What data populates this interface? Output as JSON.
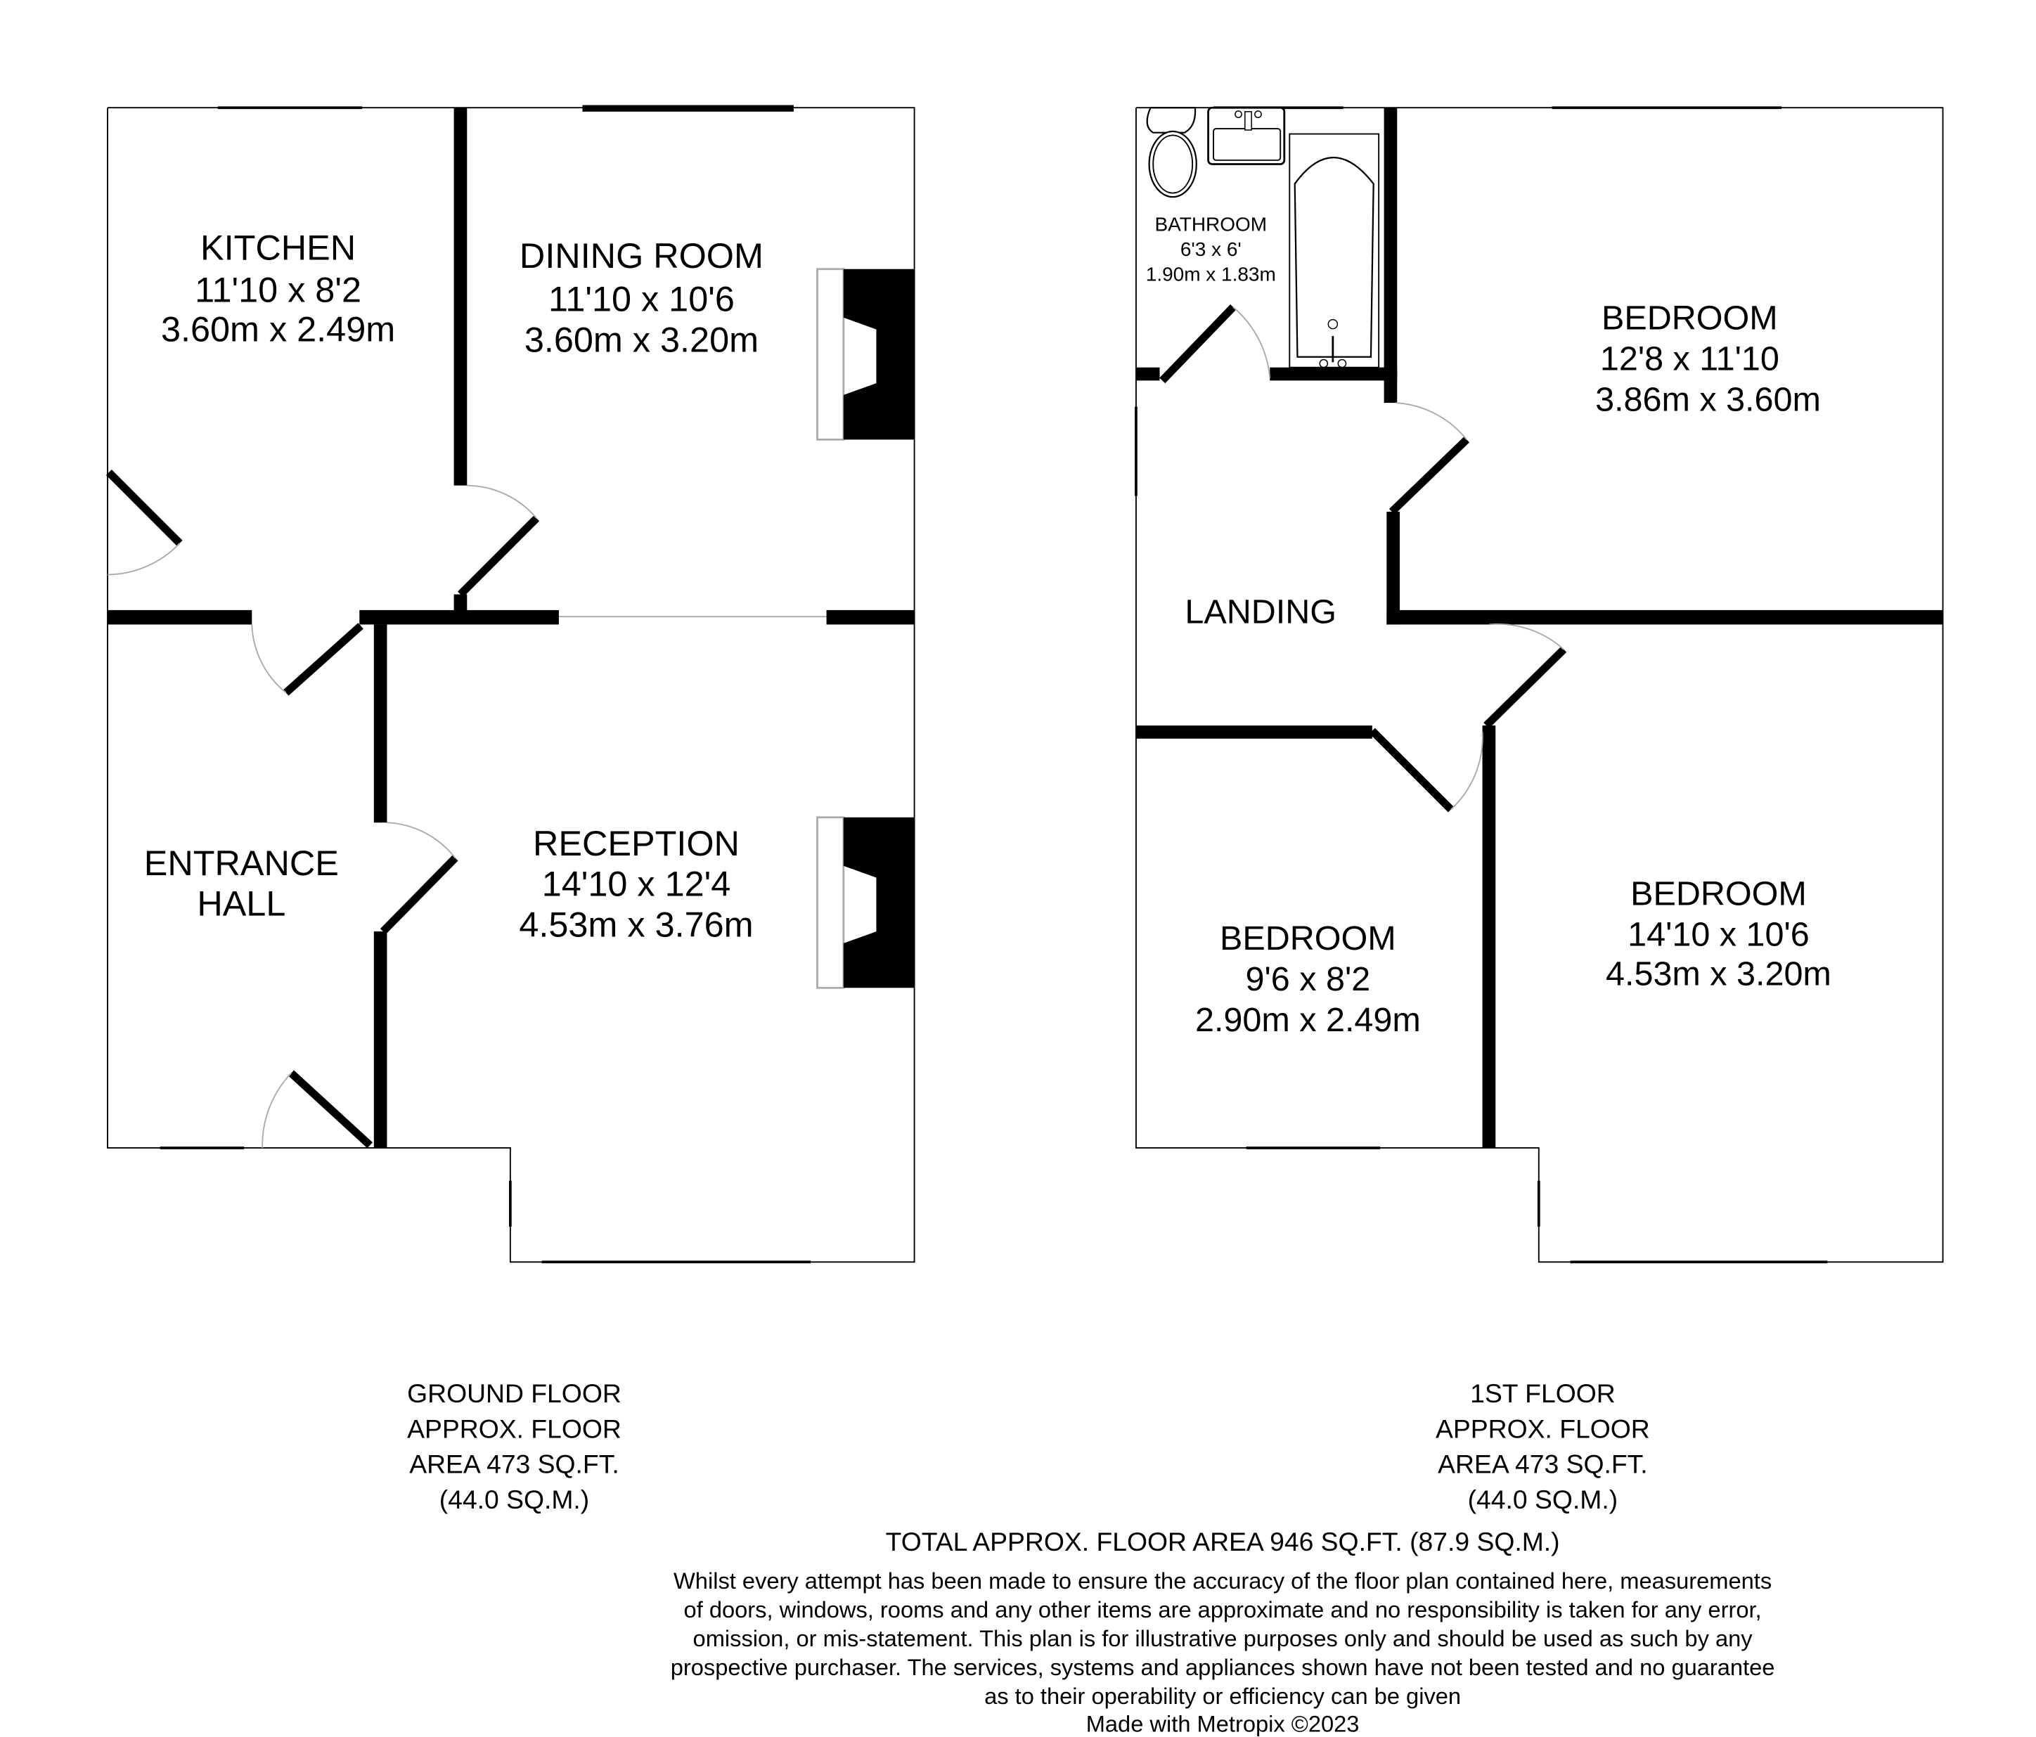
{
  "ground_floor": {
    "rooms": [
      {
        "name": "KITCHEN",
        "imperial": "11'10 x 8'2",
        "metric": "3.60m x 2.49m"
      },
      {
        "name": "DINING ROOM",
        "imperial": "11'10 x 10'6",
        "metric": "3.60m x 3.20m"
      },
      {
        "name": "ENTRANCE",
        "name2": "HALL"
      },
      {
        "name": "RECEPTION",
        "imperial": "14'10 x 12'4",
        "metric": "4.53m x 3.76m"
      }
    ],
    "summary": [
      "GROUND FLOOR",
      "APPROX. FLOOR",
      "AREA 473 SQ.FT.",
      "(44.0 SQ.M.)"
    ]
  },
  "first_floor": {
    "rooms": [
      {
        "name": "BATHROOM",
        "imperial": "6'3 x 6'",
        "metric": "1.90m x 1.83m"
      },
      {
        "name": "BEDROOM",
        "imperial": "12'8 x 11'10",
        "metric": "3.86m x 3.60m"
      },
      {
        "name": "LANDING"
      },
      {
        "name": "BEDROOM",
        "imperial": "9'6 x 8'2",
        "metric": "2.90m x 2.49m"
      },
      {
        "name": "BEDROOM",
        "imperial": "14'10 x 10'6",
        "metric": "4.53m x 3.20m"
      }
    ],
    "summary": [
      "1ST FLOOR",
      "APPROX. FLOOR",
      "AREA 473 SQ.FT.",
      "(44.0 SQ.M.)"
    ]
  },
  "footer": {
    "total": "TOTAL APPROX. FLOOR AREA 946 SQ.FT. (87.9 SQ.M.)",
    "disclaimer": [
      "Whilst every attempt has been made to ensure the accuracy of the floor plan contained here, measurements",
      "of doors, windows, rooms and any other items are approximate and no responsibility is taken for any error,",
      "omission, or mis-statement. This plan is for illustrative purposes only and should be used as such by any",
      "prospective purchaser. The services, systems and appliances shown have not been tested and no guarantee",
      "as to their operability or efficiency can be given"
    ],
    "credit": "Made with Metropix ©2023"
  }
}
